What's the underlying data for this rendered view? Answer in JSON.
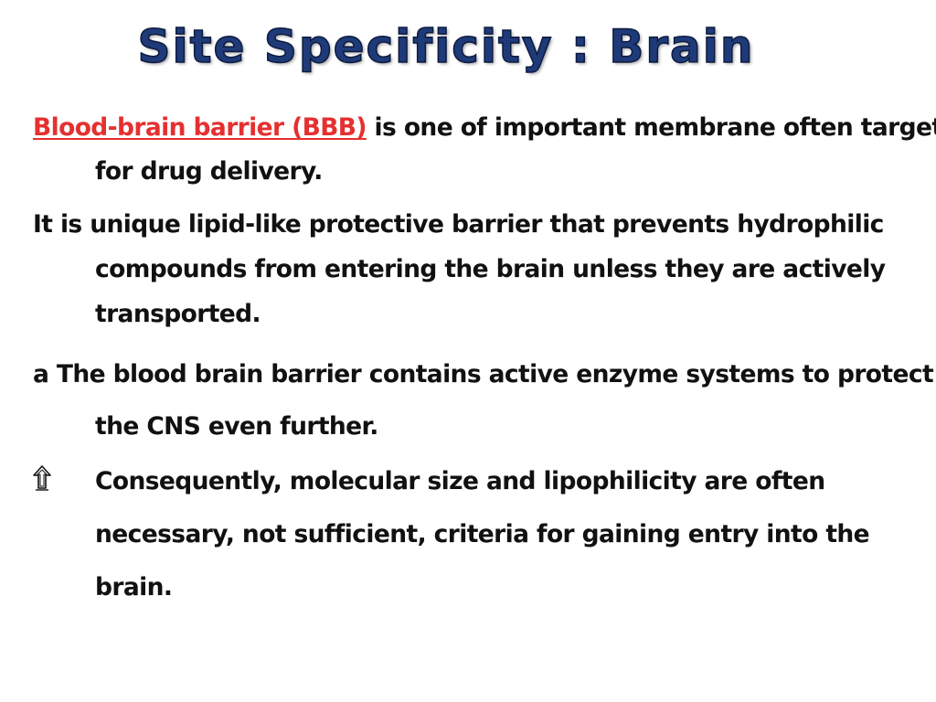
{
  "slide": {
    "title": "Site Specificity : Brain",
    "paragraphs": {
      "p1_highlight": "Blood-brain barrier (BBB)",
      "p1_rest": " is one of important membrane often targeted for drug delivery.",
      "p2": "It is unique lipid-like protective barrier that prevents hydrophilic compounds from entering the brain unless they are actively transported.",
      "p3": "a The blood brain barrier contains active enzyme systems to protect the CNS even further.",
      "p4": "Consequently, molecular size and lipophilicity are often necessary, not sufficient, criteria for gaining entry into the brain."
    },
    "colors": {
      "title": "#1f3a78",
      "highlight": "#e53030",
      "text": "#111111"
    },
    "bullet_icon": "outlined-arrow-up-icon"
  }
}
